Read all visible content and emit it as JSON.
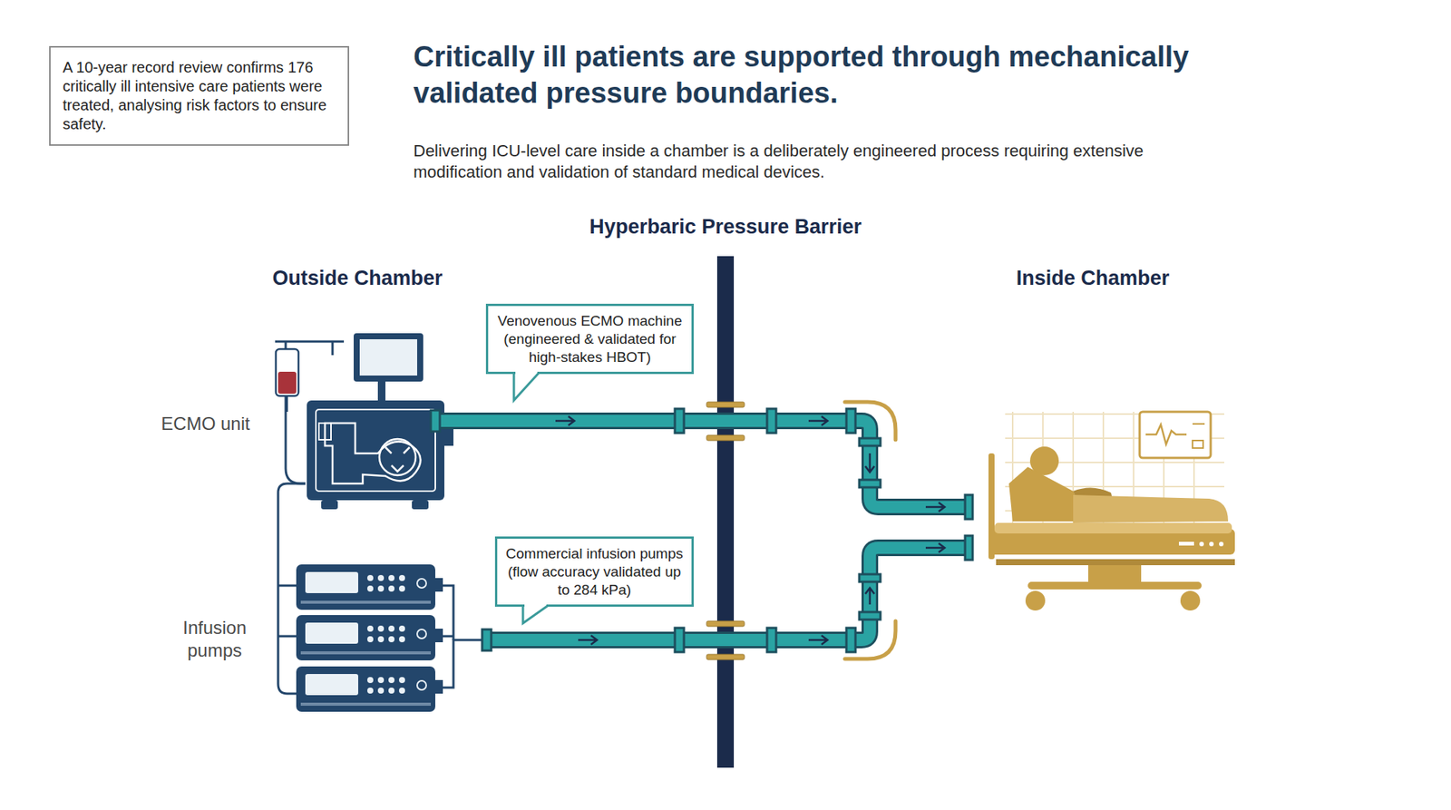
{
  "diagram": {
    "title": "Critically ill patients are supported through mechanically validated pressure boundaries.",
    "nodes": [
      {
        "text": [
          "A 10-year record review confirms 176 critically ill intensive care patients were treated, analysing risk factors to ensure safety."
        ]
      },
      {
        "text": [
          "Venovenous ECMO machine (engineered & validated for high-stakes HBOT)"
        ]
      },
      {
        "text": [
          "Commercial infusion pumps (flow accuracy validated up to 284 kPa)"
        ]
      }
    ],
    "labels": [
      "Delivering ICU-level care inside a chamber is a deliberately engineered process requiring extensive modification and validation of standard medical devices.",
      "Hyperbaric Pressure Barrier",
      "Outside Chamber",
      "Inside Chamber",
      "ECMO unit",
      "Infusion pumps"
    ]
  }
}
